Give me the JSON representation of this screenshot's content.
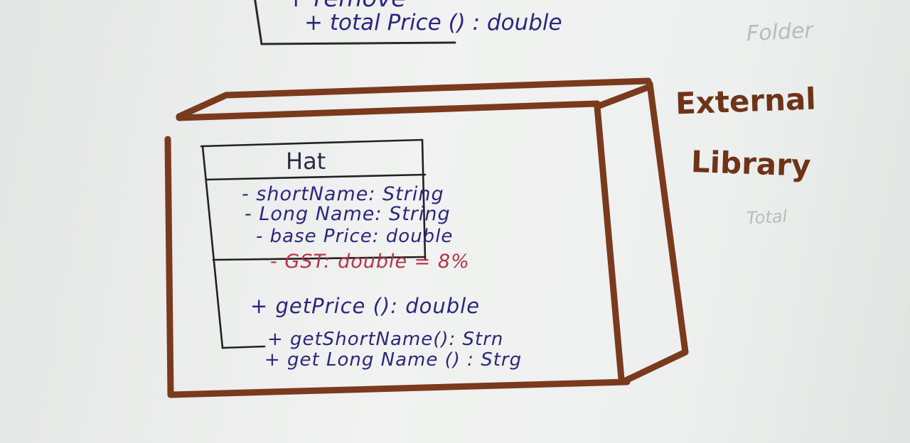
{
  "top_fragment": {
    "line1": "+ remove",
    "line2": "+ total Price () : double"
  },
  "bleed_through": [
    "Folder",
    "Total"
  ],
  "class_box": {
    "name": "Hat",
    "attributes": [
      "- shortName: String",
      "- Long Name: String",
      "- base Price: double",
      "- GST: double = 8%"
    ],
    "methods": [
      "+ getPrice (): double",
      "+ getShortName(): Strn",
      "+ get Long Name () : Strg"
    ]
  },
  "package_label": {
    "line1": "External",
    "line2": "Library"
  },
  "colors": {
    "ink_brown": "#7a3a1d",
    "ink_blue": "#2c2680",
    "ink_red": "#b8334a",
    "ink_black": "#222222",
    "paper": "#eceeed"
  }
}
